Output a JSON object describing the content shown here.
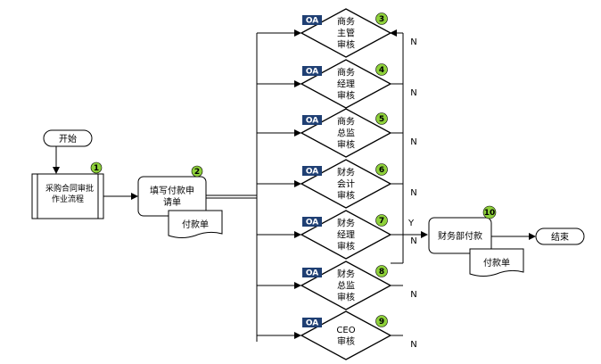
{
  "start": "开始",
  "step1": {
    "num": "1",
    "lines": [
      "采购合同审批",
      "作业流程"
    ]
  },
  "step2": {
    "num": "2",
    "lines": [
      "填写付款申",
      "请单"
    ]
  },
  "doc_payment": "付款单",
  "oa_tag": "OA",
  "decisions": [
    {
      "num": "3",
      "lines": [
        "商务",
        "主管",
        "审核"
      ],
      "branch": "N"
    },
    {
      "num": "4",
      "lines": [
        "商务",
        "经理",
        "审核"
      ],
      "branch": "N"
    },
    {
      "num": "5",
      "lines": [
        "商务",
        "总监",
        "审核"
      ],
      "branch": "N"
    },
    {
      "num": "6",
      "lines": [
        "财务",
        "会计",
        "审核"
      ],
      "branch": "N"
    },
    {
      "num": "7",
      "lines": [
        "财务",
        "经理",
        "审核"
      ],
      "branch": "N",
      "yes": "Y"
    },
    {
      "num": "8",
      "lines": [
        "财务",
        "总监",
        "审核"
      ],
      "branch": "N"
    },
    {
      "num": "9",
      "lines": [
        "CEO",
        "审核"
      ],
      "branch": "N"
    }
  ],
  "step10": {
    "num": "10",
    "label": "财务部付款"
  },
  "doc_payment2": "付款单",
  "end": "结束",
  "colors": {
    "oa_bg": "#1f3f73",
    "badge": "#8ed13a"
  }
}
